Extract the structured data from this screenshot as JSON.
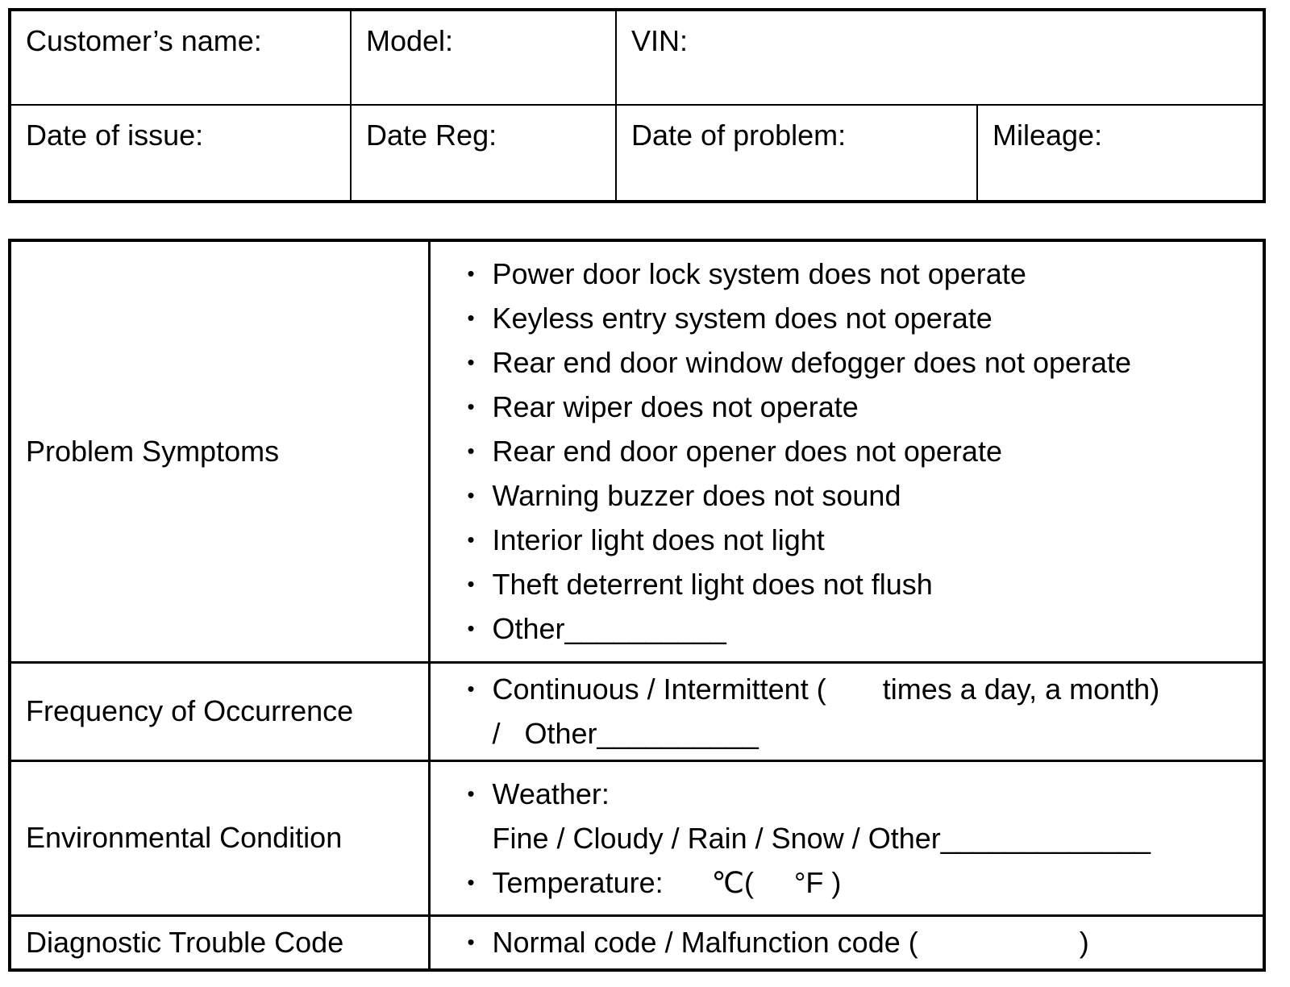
{
  "glyphs": {
    "bullet": "•"
  },
  "customer_table": {
    "customer_name": "Customer’s name:",
    "model": "Model:",
    "vin": "VIN:",
    "date_of_issue": "Date of issue:",
    "date_reg": "Date Reg:",
    "date_of_problem": "Date of problem:",
    "mileage": "Mileage:"
  },
  "analysis_table": {
    "rows": [
      {
        "label": "Problem Symptoms",
        "items": [
          {
            "bullet": true,
            "text": "Power door lock system does not operate"
          },
          {
            "bullet": true,
            "text": "Keyless entry system does not operate"
          },
          {
            "bullet": true,
            "text": "Rear end door window defogger does not operate"
          },
          {
            "bullet": true,
            "text": "Rear wiper does not operate"
          },
          {
            "bullet": true,
            "text": "Rear end door opener does not operate"
          },
          {
            "bullet": true,
            "text": "Warning buzzer does not sound"
          },
          {
            "bullet": true,
            "text": "Interior light does not light"
          },
          {
            "bullet": true,
            "text": "Theft deterrent light does not flush"
          },
          {
            "bullet": true,
            "text": "Other__________"
          }
        ]
      },
      {
        "label": "Frequency of Occurrence",
        "items": [
          {
            "bullet": true,
            "text": "Continuous / Intermittent (       times a day, a month)"
          },
          {
            "bullet": false,
            "text": "/   Other__________"
          }
        ]
      },
      {
        "label": "Environmental Condition",
        "items": [
          {
            "bullet": true,
            "text": "Weather:"
          },
          {
            "bullet": false,
            "text": "Fine / Cloudy / Rain / Snow / Other_____________"
          },
          {
            "bullet": true,
            "text": "Temperature:      ℃(     °F )"
          }
        ]
      },
      {
        "label": "Diagnostic Trouble Code",
        "items": [
          {
            "bullet": true,
            "text": "Normal code / Malfunction code (                    )"
          }
        ]
      }
    ]
  }
}
